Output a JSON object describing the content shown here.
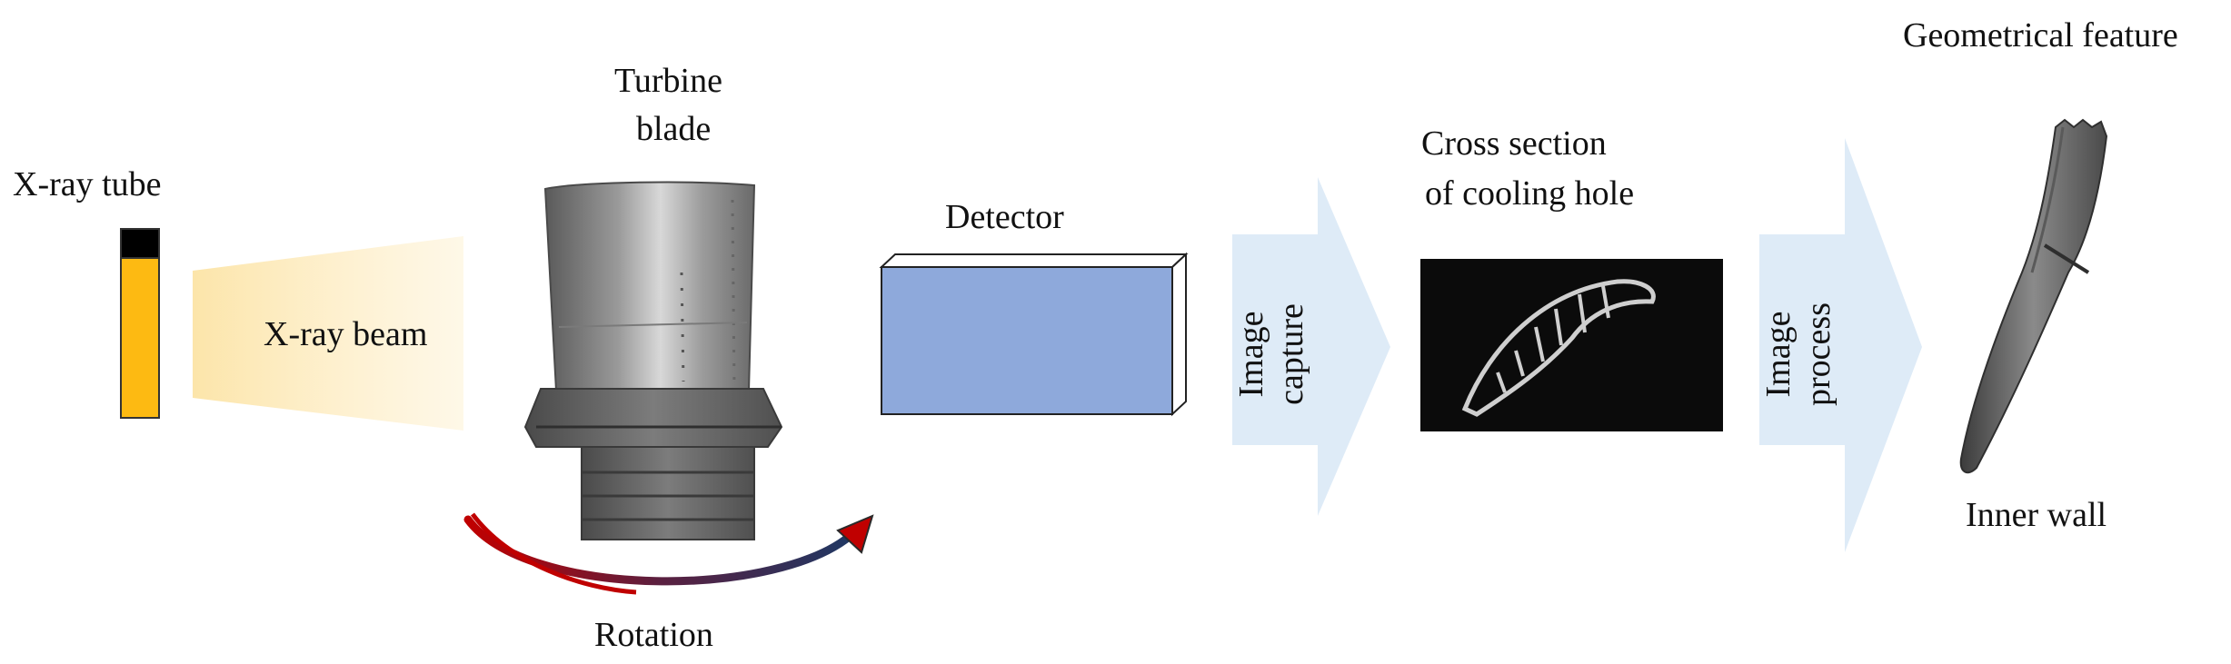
{
  "labels": {
    "xray_tube": "X-ray tube",
    "xray_beam": "X-ray beam",
    "turbine_blade_line1": "Turbine",
    "turbine_blade_line2": "blade",
    "rotation": "Rotation",
    "detector": "Detector",
    "image_capture_line1": "Image",
    "image_capture_line2": "capture",
    "cross_section_line1": "Cross section",
    "cross_section_line2": "of cooling hole",
    "image_process_line1": "Image",
    "image_process_line2": "process",
    "geometrical_feature": "Geometrical feature",
    "inner_wall": "Inner wall"
  },
  "colors": {
    "tube_body": "#FDBA12",
    "tube_cap": "#000000",
    "beam": "#FCE7B4",
    "detector_front": "#8EA9DB",
    "process_arrow": "#DEEBF7",
    "rotation_start": "#C00000",
    "rotation_end": "#1F3864"
  }
}
